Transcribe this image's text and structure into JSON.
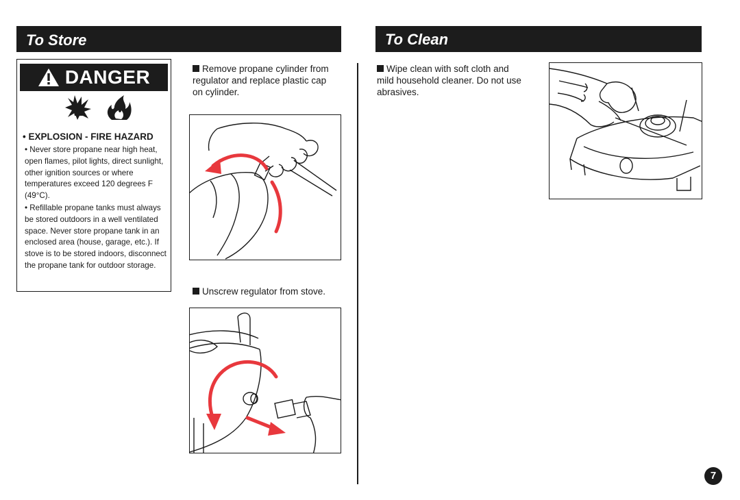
{
  "store": {
    "title": "To Store",
    "danger": {
      "label": "DANGER",
      "hazard_title": "• EXPLOSION - FIRE HAZARD",
      "bullets": [
        "• Never store propane near high heat, open flames, pilot lights, direct sunlight, other ignition sources or where temperatures exceed 120 degrees F (49°C).",
        "• Refillable propane tanks must always be stored outdoors in a well ventilated space. Never store propane tank in an enclosed area (house, garage, etc.). If stove is to be stored indoors, disconnect the propane tank for outdoor storage."
      ]
    },
    "steps": [
      "Remove propane cylinder from regulator and replace plastic cap on cylinder.",
      "Unscrew regulator from stove."
    ]
  },
  "clean": {
    "title": "To Clean",
    "steps": [
      "Wipe clean with soft cloth and mild household cleaner. Do not use abrasives."
    ]
  },
  "page_number": "7",
  "colors": {
    "header_bg": "#1c1c1c",
    "arrow": "#e8383d"
  }
}
